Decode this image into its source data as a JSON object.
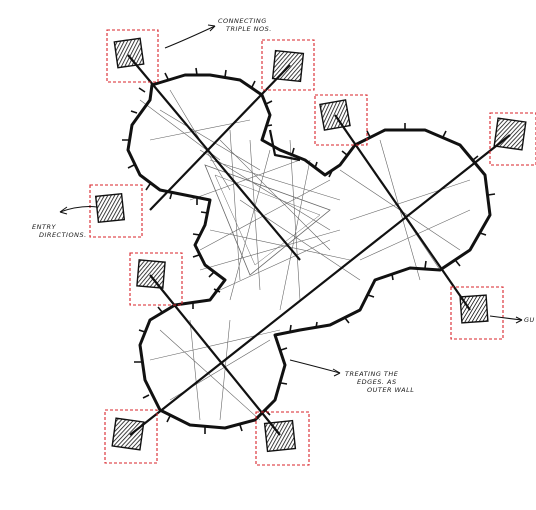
{
  "annotations": {
    "connecting": [
      "CONNECTING",
      "TRIPLE NOS."
    ],
    "entry": [
      "ENTRY",
      "DIRECTIONS."
    ],
    "edges": [
      "TREATING THE",
      "EDGES. AS",
      "OUTER WALL"
    ],
    "partial": "GU"
  }
}
